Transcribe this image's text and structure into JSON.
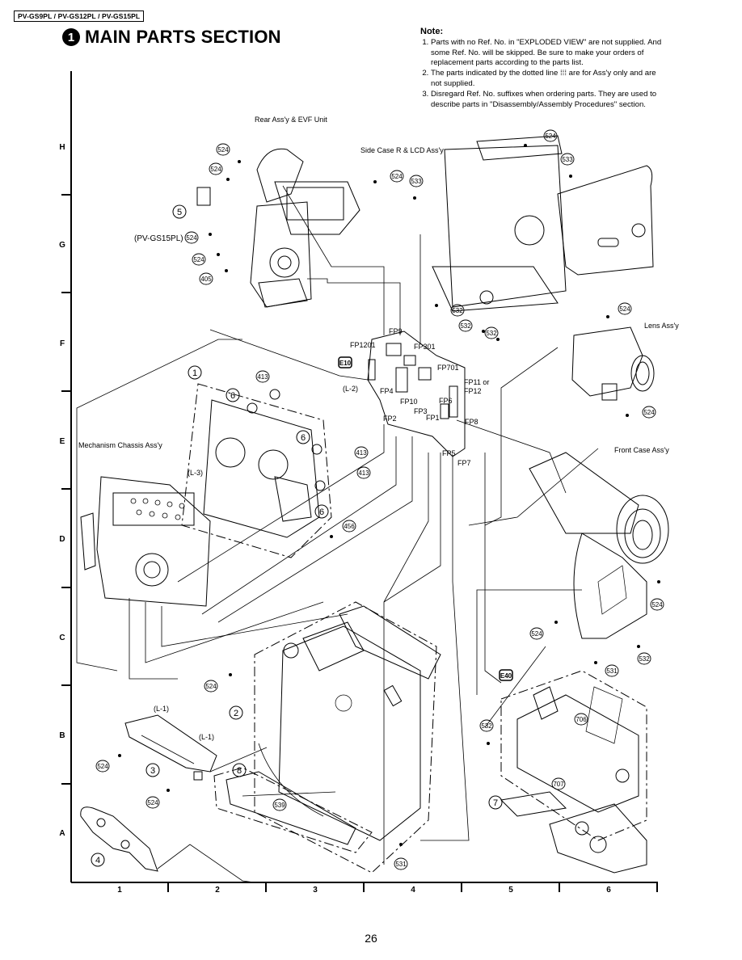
{
  "header": {
    "models": "PV-GS9PL / PV-GS12PL / PV-GS15PL",
    "section_number": "1",
    "section_title": "MAIN PARTS SECTION"
  },
  "note": {
    "title": "Note:",
    "items": [
      "Parts with no Ref. No. in \"EXPLODED VIEW\" are not supplied. And some Ref. No. will be skipped. Be sure to make your orders of replacement parts according to the parts list.",
      "The parts indicated by the dotted line ⁞⁞⁞ are for Ass'y only and are not supplied.",
      "Disregard Ref. No. suffixes when ordering parts. They are used to describe parts in \"Disassembly/Assembly Procedures\" section."
    ]
  },
  "grid": {
    "rows": [
      "H",
      "G",
      "F",
      "E",
      "D",
      "C",
      "B",
      "A"
    ],
    "columns": [
      "1",
      "2",
      "3",
      "4",
      "5",
      "6"
    ]
  },
  "labels": {
    "rear_assy": "Rear Ass'y & EVF Unit",
    "side_case": "Side Case R & LCD Ass'y",
    "lens_assy": "Lens Ass'y",
    "mech_chassis": "Mechanism Chassis Ass'y",
    "front_case": "Front Case Ass'y",
    "pv_gs15pl": "(PV-GS15PL)",
    "l1": "(L-1)",
    "l2": "(L-2)",
    "l3": "(L-3)",
    "fp_or": "FP11 or",
    "fp12": "FP12"
  },
  "fp_labels": [
    "FP9",
    "FP1201",
    "FP301",
    "FP701",
    "FP4",
    "FP10",
    "FP6",
    "FP2",
    "FP3",
    "FP1",
    "FP8",
    "FP5",
    "FP7"
  ],
  "part_numbers": {
    "r524": "524",
    "r533": "533",
    "r532": "532",
    "r531": "531",
    "r405": "405",
    "r413": "413",
    "r456": "456",
    "r539": "539",
    "r706": "706",
    "r707": "707",
    "e10": "E10",
    "e40": "E40"
  },
  "circled_refs": [
    "1",
    "2",
    "3",
    "4",
    "5",
    "6",
    "7",
    "8"
  ],
  "page_number": "26"
}
